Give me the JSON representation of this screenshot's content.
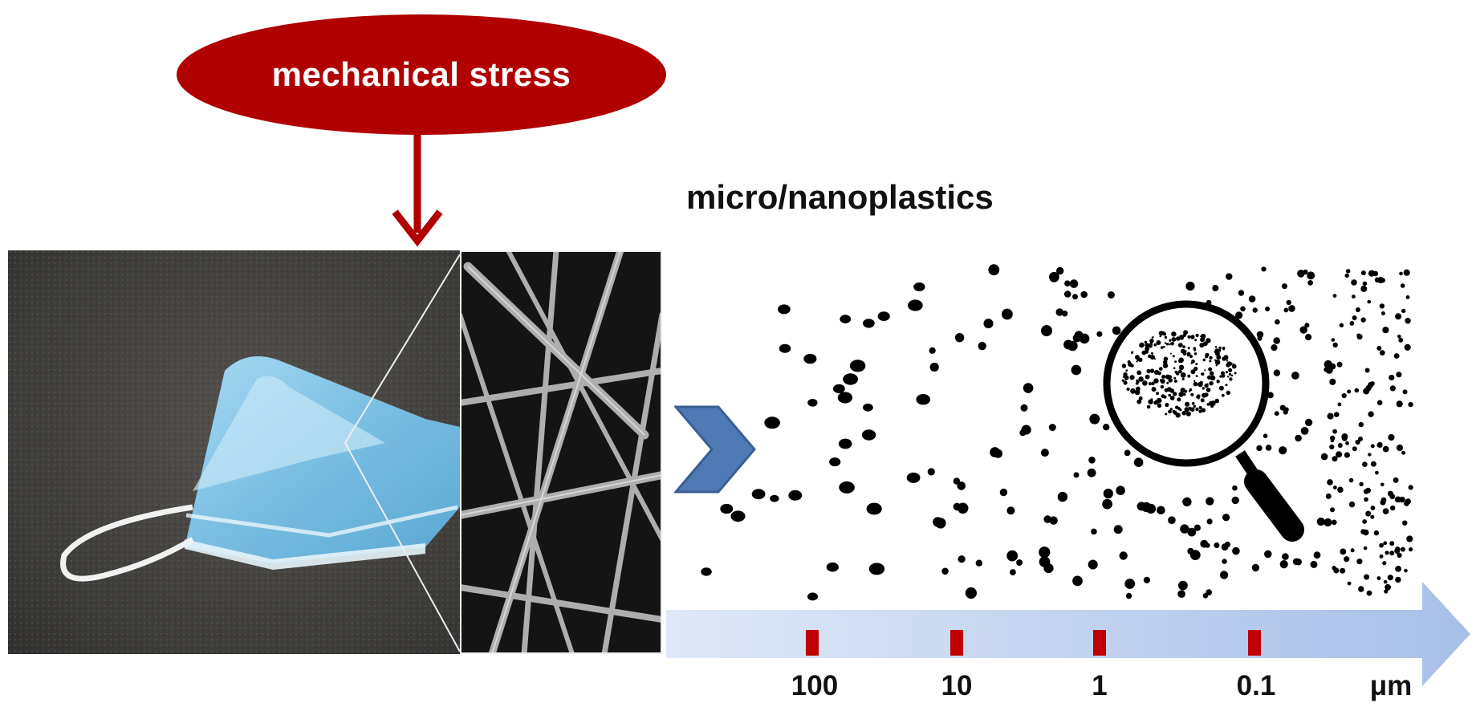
{
  "labels": {
    "stress": "mechanical stress",
    "title": "micro/nanoplastics",
    "unit": "μm"
  },
  "scale_ticks": [
    "100",
    "10",
    "1",
    "0.1"
  ],
  "colors": {
    "stress": "#b00000",
    "chevron": "#4f79b5",
    "scale_arrow": "#a9c0e8",
    "tick": "#c00000",
    "particles": "#000000",
    "mask": "#8ec6e6"
  },
  "icons": [
    "magnifier-icon",
    "chevron-right-icon"
  ]
}
